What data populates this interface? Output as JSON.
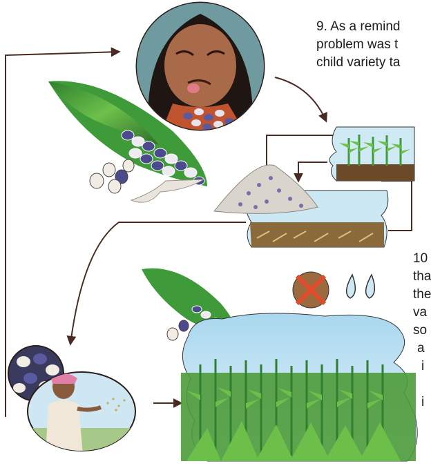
{
  "step9": {
    "lines": [
      "9. As a remind",
      "problem was t",
      "child variety ta"
    ]
  },
  "step10": {
    "lines": [
      "10",
      "tha",
      "the",
      "va",
      "so",
      "a",
      "i",
      "i"
    ]
  },
  "colors": {
    "arrow": "#4a2a22",
    "corn_green": "#3f9a3a",
    "kernel_purple": "#4b4a8c",
    "sky": "#bfe3f4",
    "soil": "#6b4a2a"
  }
}
